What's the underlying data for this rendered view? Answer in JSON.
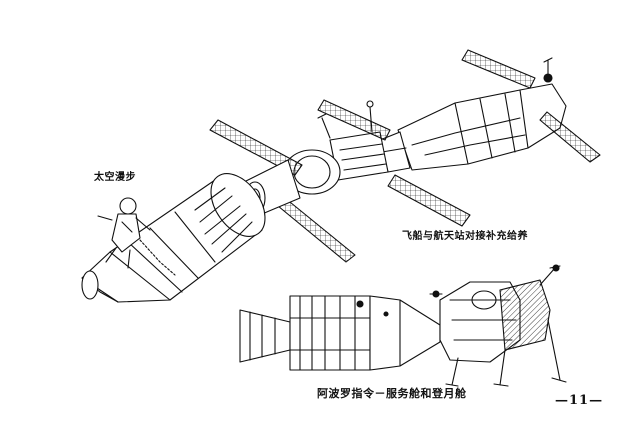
{
  "captions": {
    "spacewalk": "太空漫步",
    "docking": "飞船与航天站对接补充给养",
    "apollo": "阿波罗指令－服务舱和登月舱"
  },
  "page_number": "—11—",
  "colors": {
    "ink": "#111111",
    "paper": "#ffffff"
  }
}
